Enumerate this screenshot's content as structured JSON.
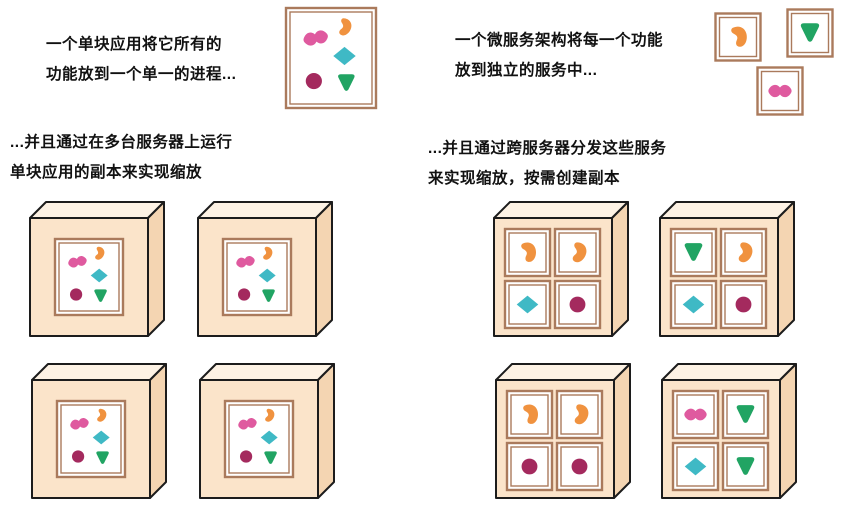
{
  "panel_monolith": {
    "desc": [
      "一个单块应用将它所有的",
      "功能放到一个单一的进程..."
    ],
    "scale": [
      "...并且通过在多台服务器上运行",
      "单块应用的副本来实现缩放"
    ]
  },
  "panel_micro": {
    "desc": [
      "一个微服务架构将每一个功能",
      "放到独立的服务中..."
    ],
    "scale": [
      "...并且通过跨服务器分发这些服务",
      "来实现缩放，按需创建副本"
    ]
  },
  "colors": {
    "shapes": {
      "pink-blob": "#df5a9f",
      "orange-blob": "#f0923f",
      "teal-diamond": "#3fb9c5",
      "maroon-circle": "#a42a5e",
      "green-triangle": "#21a463"
    },
    "box_border": "#aa7a5c",
    "server_front": "#fbe4ca",
    "server_top": "#fdf2e4",
    "server_side": "#f4d5b2",
    "outline": "#1c1c1c",
    "background": "#ffffff"
  },
  "monolith": {
    "name": "monolith-application",
    "shapes": [
      "pink-blob",
      "orange-blob",
      "teal-diamond",
      "maroon-circle",
      "green-triangle"
    ]
  },
  "services": [
    {
      "name": "service-orange",
      "shape": "orange-blob"
    },
    {
      "name": "service-green",
      "shape": "green-triangle"
    },
    {
      "name": "service-pink",
      "shape": "pink-blob"
    }
  ],
  "monolith_servers": [
    {
      "name": "monolith-server-1"
    },
    {
      "name": "monolith-server-2"
    },
    {
      "name": "monolith-server-3"
    },
    {
      "name": "monolith-server-4"
    }
  ],
  "micro_servers": [
    {
      "name": "micro-server-1",
      "cells": [
        "orange-blob",
        "orange-blob",
        "teal-diamond",
        "maroon-circle"
      ]
    },
    {
      "name": "micro-server-2",
      "cells": [
        "green-triangle",
        "orange-blob",
        "teal-diamond",
        "maroon-circle"
      ]
    },
    {
      "name": "micro-server-3",
      "cells": [
        "orange-blob",
        "orange-blob",
        "maroon-circle",
        "maroon-circle"
      ]
    },
    {
      "name": "micro-server-4",
      "cells": [
        "pink-blob",
        "green-triangle",
        "teal-diamond",
        "green-triangle"
      ]
    }
  ]
}
